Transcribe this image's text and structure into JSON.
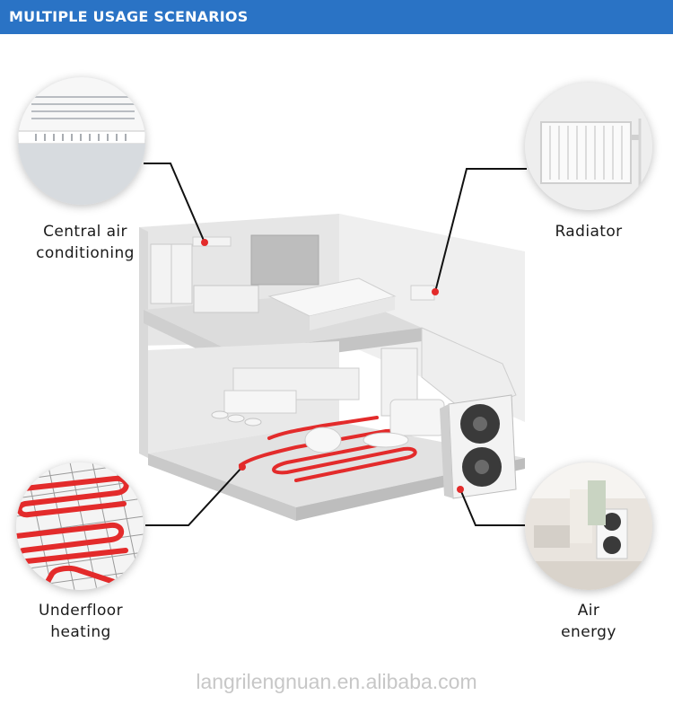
{
  "header": {
    "title": "MULTIPLE USAGE SCENARIOS"
  },
  "callouts": {
    "central_ac": {
      "lines": [
        "Central air",
        "conditioning"
      ],
      "icon": "air-vent-icon"
    },
    "radiator": {
      "lines": [
        "Radiator"
      ],
      "icon": "radiator-icon"
    },
    "underfloor": {
      "lines": [
        "Underfloor",
        "heating"
      ],
      "icon": "floor-heating-pipe-icon"
    },
    "air_energy": {
      "lines": [
        "Air",
        "energy"
      ],
      "icon": "heat-pump-icon"
    }
  },
  "watermark": "langrilengnuan.en.alibaba.com",
  "colors": {
    "header": "#2a73c5",
    "accent_red": "#e32b2b",
    "leader_line": "#111111",
    "house_wall": "#e9e9e9",
    "house_floor": "#d6d6d6"
  }
}
